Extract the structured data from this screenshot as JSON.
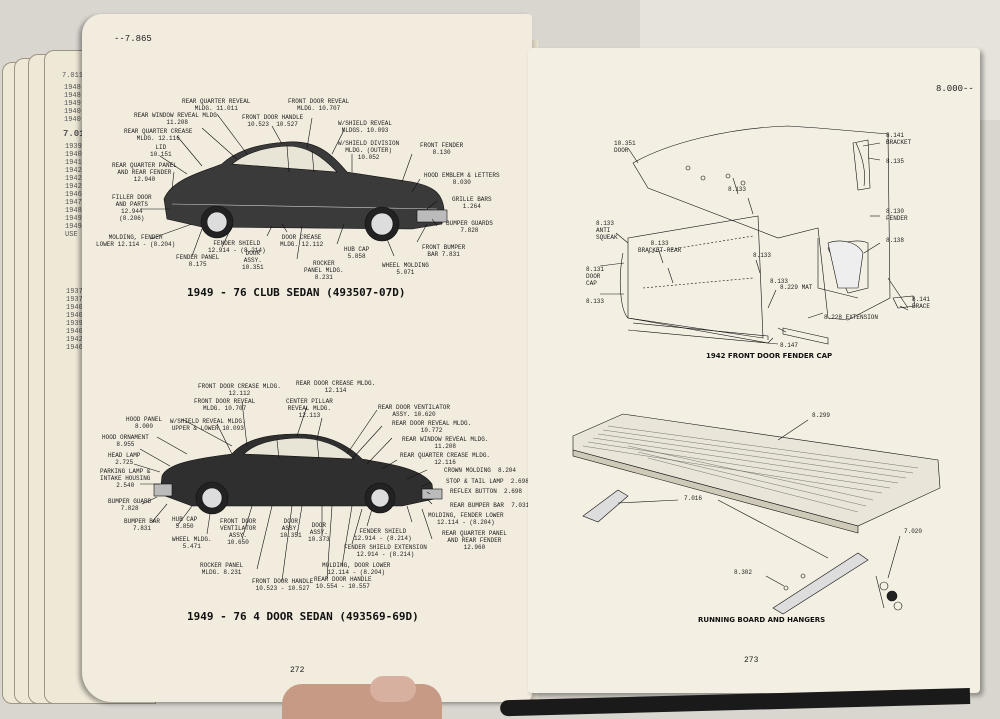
{
  "left_page": {
    "header": "--7.865",
    "page_number": "272",
    "side_strip": {
      "top": "7.011 -",
      "lines_a": [
        "1948-6",
        "1948-4",
        "1949-0",
        "1940-5",
        "1940-7"
      ],
      "heading_b": "7.012",
      "lines_b": [
        "1939-5",
        "1940-6",
        "1941-4",
        "1942-0",
        "1942-1",
        "1942-0",
        "1946",
        "1947",
        "1948",
        "1949",
        "1949",
        "USE"
      ],
      "lines_c": [
        "1937",
        "1937",
        "1940",
        "1940",
        "1939",
        "1940",
        "1942",
        "1946"
      ]
    },
    "figure1": {
      "title": "1949 - 76  CLUB SEDAN  (493507-07D)",
      "labels": {
        "rear_quarter_reveal": "REAR QUARTER REVEAL\nMLDG. 11.011",
        "rear_window_reveal": "REAR WINDOW REVEAL MLDG.\n11.208",
        "rear_quarter_crease": "REAR QUARTER CREASE\nMLDG. 12.116",
        "lid": "LID\n10.151",
        "rear_quarter_panel": "REAR QUARTER PANEL\nAND REAR FENDER\n12.940",
        "filler_door": "FILLER DOOR\nAND PARTS\n12.944\n(8.206)",
        "molding_fender_lower": "MOLDING, FENDER\nLOWER 12.114 - (8.204)",
        "fender_panel": "FENDER PANEL\n8.175",
        "front_door_handle": "FRONT DOOR HANDLE\n10.523  10.527",
        "front_door_reveal": "FRONT DOOR REVEAL\nMLDG. 10.707",
        "wshield_reveal": "W/SHIELD REVEAL\nMLDGS. 10.093",
        "wshield_division": "W/SHIELD DIVISION\nMLDG. (OUTER)\n10.052",
        "front_fender": "FRONT FENDER\n8.130",
        "hood_emblem": "HOOD EMBLEM & LETTERS\n8.030",
        "grille_bars": "GRILLE BARS\n1.264",
        "bumper_guards": "BUMPER GUARDS\n7.828",
        "front_bumper_bar": "FRONT BUMPER\nBAR 7.831",
        "hub_cap": "HUB CAP\n5.858",
        "wheel_molding": "WHEEL MOLDING\n5.071",
        "rocker_panel": "ROCKER\nPANEL MLDG.\n8.231",
        "door_assy": "DOOR\nASSY.\n10.351",
        "door_crease": "DOOR CREASE\nMLDG. 12.112",
        "fender_shield": "FENDER SHIELD\n12.914 - (8.214)"
      }
    },
    "figure2": {
      "title": "1949 - 76  4 DOOR SEDAN  (493569-69D)",
      "labels": {
        "front_door_crease": "FRONT DOOR CREASE MLDG.\n12.112",
        "front_door_reveal": "FRONT DOOR REVEAL\nMLDG. 10.707",
        "wshield_reveal": "W/SHIELD REVEAL MLDG.\nUPPER & LOWER 10.093",
        "hood_panel": "HOOD PANEL\n8.000",
        "hood_ornament": "HOOD ORNAMENT\n8.955",
        "head_lamp": "HEAD LAMP\n2.725",
        "parking_lamp": "PARKING LAMP &\nINTAKE HOUSING\n2.540",
        "bumper_guard": "BUMPER GUARD\n7.828",
        "bumper_bar": "BUMPER BAR\n7.831",
        "hub_cap": "HUB CAP\n5.850",
        "wheel_mldg": "WHEEL MLDG.\n5.471",
        "rear_door_crease": "REAR DOOR CREASE MLDG.\n12.114",
        "center_pillar": "CENTER PILLAR\nREVEAL MLDG.\n12.113",
        "rear_door_ventilator": "REAR DOOR VENTILATOR\nASSY. 10.620",
        "rear_door_reveal": "REAR DOOR REVEAL MLDG.\n10.772",
        "rear_window_reveal": "REAR WINDOW REVEAL MLDG.\n11.208",
        "rear_quarter_crease": "REAR QUARTER CREASE MLDG.\n12.116",
        "crown_molding": "CROWN MOLDING  8.204",
        "stop_tail_lamp": "STOP & TAIL LAMP  2.698",
        "reflex_button": "REFLEX BUTTON  2.698",
        "rear_bumper_bar": "REAR BUMPER BAR  7.031",
        "molding_fender_lower": "MOLDING, FENDER LOWER\n12.114 - (8.204)",
        "rear_quarter_panel": "REAR QUARTER PANEL\nAND REAR FENDER\n12.960",
        "fender_shield": "FENDER SHIELD\n12.914 - (8.214)",
        "fender_shield_ext": "FENDER SHIELD EXTENSION\n12.914 - (8.214)",
        "molding_door_lower": "MOLDING, DOOR LOWER\n12.114 - (8.204)",
        "rear_door_handle": "REAR DOOR HANDLE\n10.554 - 10.557",
        "front_door_handle": "FRONT DOOR HANDLE\n10.523 - 10.527",
        "rocker_panel": "ROCKER PANEL\nMLDG. 8.231",
        "front_door_ventilator": "FRONT DOOR\nVENTILATOR\nASSY.\n10.650",
        "door_assy_1": "DOOR\nASSY.\n10.351",
        "door_assy_2": "DOOR\nASSY.\n10.373"
      }
    }
  },
  "right_page": {
    "header": "8.000--",
    "page_number": "273",
    "figure1": {
      "caption": "1942 FRONT DOOR FENDER CAP",
      "labels": {
        "door": "10.351\nDOOR",
        "bracket": "8.141\nBRACKET",
        "b8135": "8.135",
        "fender": "8.130\nFENDER",
        "b8138": "8.138",
        "brace": "8.141\nBRACE",
        "anti_squeak": "8.133\nANTI\nSQUEAK",
        "door_cap": "8.131\nDOOR\nCAP",
        "b8133_a": "8.133",
        "b8133_b": "8.133",
        "bracket_rear": "8.133\nBRACKET REAR",
        "b8133_c": "8.133",
        "b8133_d": "8.133",
        "mat": "8.229 MAT",
        "extension": "8.228 EXTENSION",
        "b8147": "8.147"
      }
    },
    "figure2": {
      "caption": "RUNNING BOARD AND HANGERS",
      "labels": {
        "b8299": "8.299",
        "b7016": "7.016",
        "b7020": "7.020",
        "b8302": "8.302"
      }
    }
  }
}
